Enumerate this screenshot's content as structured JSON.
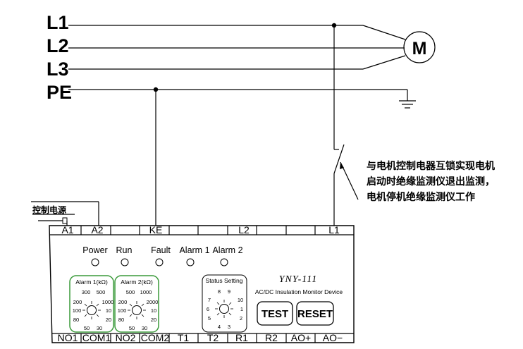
{
  "buses": [
    "L1",
    "L2",
    "L3",
    "PE"
  ],
  "motor_label": "M",
  "note_lines": [
    "与电机控制电器互锁实现电机",
    "启动时绝缘监测仪退出监测，",
    "电机停机绝缘监测仪工作"
  ],
  "control_power_label": "控制电源",
  "top_terminals": [
    "A1",
    "A2",
    "",
    "KE",
    "",
    "",
    "L2",
    "",
    "",
    "L1"
  ],
  "indicators": [
    "Power",
    "Run",
    "Fault",
    "Alarm 1",
    "Alarm 2"
  ],
  "alarm1": {
    "title": "Alarm 1(kΩ)",
    "scale": [
      "300",
      "500",
      "200",
      "1000",
      "100",
      "10",
      "80",
      "20",
      "50",
      "30"
    ]
  },
  "alarm2": {
    "title": "Alarm 2(kΩ)",
    "scale": [
      "500",
      "1000",
      "200",
      "2000",
      "100",
      "10",
      "80",
      "20",
      "50",
      "30"
    ]
  },
  "status": {
    "title": "Status Setting",
    "scale": [
      "8",
      "9",
      "7",
      "10",
      "6",
      "1",
      "5",
      "2",
      "4",
      "3"
    ]
  },
  "model": "YNY-111",
  "device_name": "AC/DC Insulation Monitor Device",
  "buttons": [
    "TEST",
    "RESET"
  ],
  "bottom_terminals": [
    "NO1",
    "COM1",
    "NO2",
    "COM2",
    "T1",
    "T2",
    "R1",
    "R2",
    "AO+",
    "AO−"
  ],
  "colors": {
    "dial_frame": "#3a9a3a",
    "line": "#000000"
  }
}
